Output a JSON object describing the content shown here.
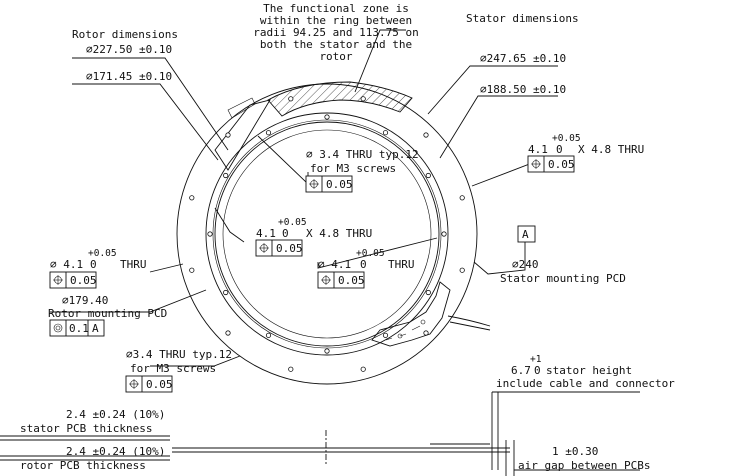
{
  "notes": {
    "functional_zone": [
      "The functional zone is",
      "within the ring between",
      "radii 94.25 and 113.75 on",
      "both the stator and the",
      "rotor"
    ],
    "rotor_dimensions": "Rotor dimensions",
    "stator_dimensions": "Stator dimensions"
  },
  "dims": {
    "d227": "∅227.50 ±0.10",
    "d171": "∅171.45 ±0.10",
    "d247": "∅247.65 ±0.10",
    "d188": "∅188.50 ±0.10",
    "d240": "∅240",
    "stator_pcd": "Stator mounting PCD",
    "d179": "∅179.40",
    "rotor_pcd": "Rotor mounting PCD"
  },
  "holes": {
    "m3_top": {
      "line1": "∅ 3.4 THRU typ.12",
      "line2": "for M3 screws",
      "tol": "0.05"
    },
    "m3_bottom": {
      "line1": "∅3.4 THRU typ.12",
      "line2": "for M3 screws",
      "tol": "0.05"
    },
    "h41_right_top": {
      "dia": "4.1",
      "sup": "+0.05",
      "zero": "0",
      "suffix": "X 4.8 THRU",
      "tol": "0.05"
    },
    "h41_center": {
      "dia": "4.1",
      "sup": "+0.05",
      "zero": "0",
      "suffix": "X 4.8 THRU",
      "tol": "0.05"
    },
    "h41_left": {
      "dia": "∅ 4.1",
      "sup": "+0.05",
      "zero": "0",
      "suffix": "THRU",
      "tol": "0.05"
    },
    "h41_mid": {
      "dia": "∅ 4.1",
      "sup": "+0.05",
      "zero": "0",
      "suffix": "THRU",
      "tol": "0.05"
    }
  },
  "datum": "A",
  "concentricity": {
    "tol": "0.1",
    "datum": "A"
  },
  "side_view": {
    "stator_height_sup": "+1",
    "stator_height": "6.7",
    "stator_height_zero": "0",
    "stator_height_label": "stator height",
    "stator_height_note": "include cable and connector",
    "stator_pcb_value": "2.4 ±0.24 (10%)",
    "stator_pcb_label": "stator PCB thickness",
    "rotor_pcb_value": "2.4 ±0.24 (10%)",
    "rotor_pcb_label": "rotor PCB thickness",
    "air_gap_value": "1 ±0.30",
    "air_gap_label": "air gap between PCBs"
  }
}
